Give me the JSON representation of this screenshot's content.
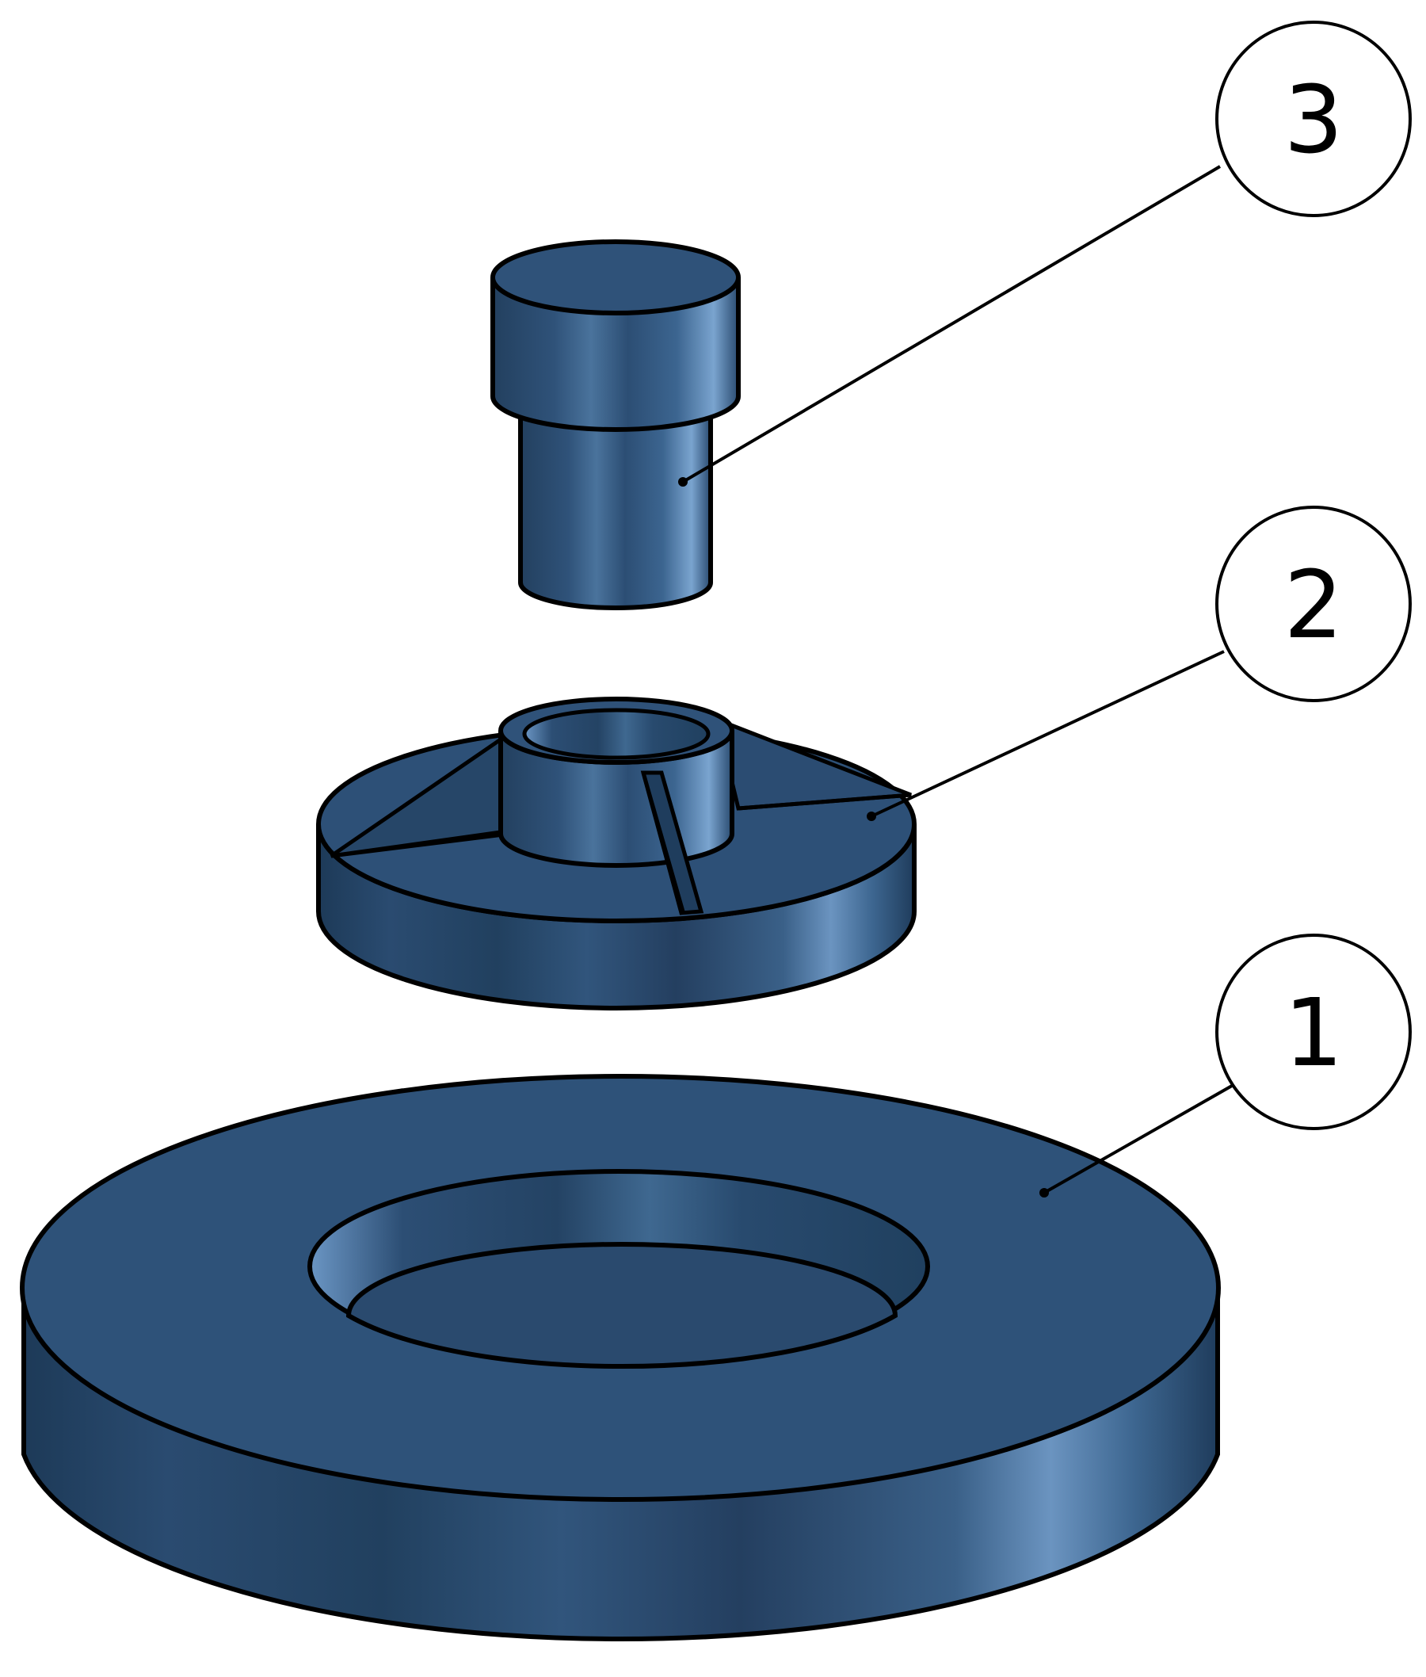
{
  "drawing": {
    "background": "#ffffff",
    "part_color": "#2e5279",
    "part_color_dark": "#22405f",
    "part_color_light": "#5f8ab8",
    "outline_color": "#000000"
  },
  "balloons": [
    {
      "id": "balloon-3",
      "label": "3",
      "part": "pin"
    },
    {
      "id": "balloon-2",
      "label": "2",
      "part": "ribbed-hub"
    },
    {
      "id": "balloon-1",
      "label": "1",
      "part": "base-ring"
    }
  ]
}
